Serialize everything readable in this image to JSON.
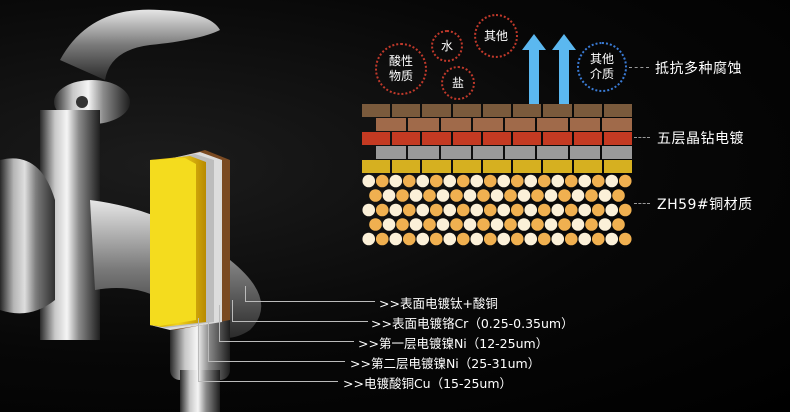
{
  "media": {
    "acids": "酸性\n物质",
    "water": "水",
    "others": "其他",
    "salt": "盐",
    "other_media": "其他\n介质"
  },
  "labels": {
    "resist": "抵抗多种腐蚀",
    "plating": "五层晶钻电镀",
    "material": "ZH59#铜材质"
  },
  "legend": [
    ">>表面电镀钛+酸铜",
    ">>表面电镀铬Cr（0.25-0.35um）",
    ">>第一层电镀镍Ni（12-25um）",
    ">>第二层电镀镍Ni（25-31um）",
    ">>电镀酸铜Cu（15-25um）"
  ],
  "colors": {
    "layer1": "#7a5a3c",
    "layer2": "#a06a4a",
    "layer3": "#c43a22",
    "layer4": "#9a9a9a",
    "layer5": "#d6b020",
    "copper": "#e8a040",
    "arrow": "#5bb8f0"
  }
}
